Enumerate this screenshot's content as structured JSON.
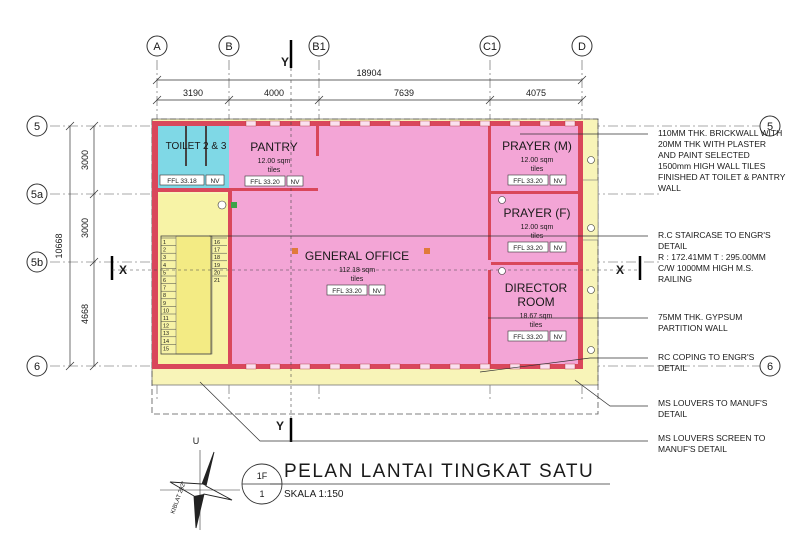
{
  "grid": {
    "columns": [
      "A",
      "B",
      "B1",
      "C1",
      "D"
    ],
    "rows": [
      "5",
      "5a",
      "5b",
      "6"
    ],
    "total_width": "18904",
    "col_spans": [
      "3190",
      "4000",
      "7639",
      "4075"
    ],
    "total_height": "10668",
    "row_spans": [
      "3000",
      "3000",
      "4668"
    ]
  },
  "section_marks": {
    "y": "Y",
    "x": "X"
  },
  "rooms": {
    "toilet": {
      "name": "TOILET 2 & 3",
      "ffl": "FFL 33.18",
      "finish": "NV"
    },
    "pantry": {
      "name": "PANTRY",
      "area": "12.00 sqm",
      "floor": "tiles",
      "ffl": "FFL 33.20",
      "finish": "NV"
    },
    "general_office": {
      "name": "GENERAL OFFICE",
      "area": "112.18 sqm",
      "floor": "tiles",
      "ffl": "FFL 33.20",
      "finish": "NV"
    },
    "prayer_m": {
      "name": "PRAYER (M)",
      "area": "12.00 sqm",
      "floor": "tiles",
      "ffl": "FFL 33.20",
      "finish": "NV"
    },
    "prayer_f": {
      "name": "PRAYER (F)",
      "area": "12.00 sqm",
      "floor": "tiles",
      "ffl": "FFL 33.20",
      "finish": "NV"
    },
    "director": {
      "name1": "DIRECTOR",
      "name2": "ROOM",
      "area": "18.67 sqm",
      "floor": "tiles",
      "ffl": "FFL 33.20",
      "finish": "NV"
    }
  },
  "stair_steps": [
    "1",
    "2",
    "3",
    "4",
    "5",
    "6",
    "7",
    "8",
    "9",
    "10",
    "11",
    "12",
    "13",
    "14",
    "15",
    "16",
    "17",
    "18",
    "19",
    "20",
    "21"
  ],
  "notes": [
    {
      "lines": [
        "110MM THK. BRICKWALL WITH",
        "20MM THK WITH PLASTER",
        "AND PAINT SELECTED",
        "1500mm  HIGH WALL TILES",
        "FINISHED AT TOILET & PANTRY",
        "WALL"
      ]
    },
    {
      "lines": [
        "R.C STAIRCASE TO ENGR'S",
        "DETAIL",
        "R : 172.41MM T : 295.00MM",
        "C/W 1000MM HIGH M.S.",
        "RAILING"
      ]
    },
    {
      "lines": [
        "75MM THK. GYPSUM",
        "PARTITION WALL"
      ]
    },
    {
      "lines": [
        "RC COPING TO ENGR'S",
        "DETAIL"
      ]
    },
    {
      "lines": [
        "MS LOUVERS TO MANUF'S",
        "DETAIL"
      ]
    },
    {
      "lines": [
        "MS LOUVERS SCREEN TO",
        "MANUF'S DETAIL"
      ]
    }
  ],
  "title": {
    "sheet_code": "1F",
    "sheet_no": "1",
    "name": "PELAN LANTAI TINGKAT SATU",
    "scale": "SKALA 1:150"
  },
  "compass": {
    "north": "U",
    "label": "KIBLAT 292°"
  },
  "colors": {
    "office": "#f3a5d6",
    "wet": "#7fd8e6",
    "stair": "#f7f3a6",
    "walls": "#d9475b"
  }
}
